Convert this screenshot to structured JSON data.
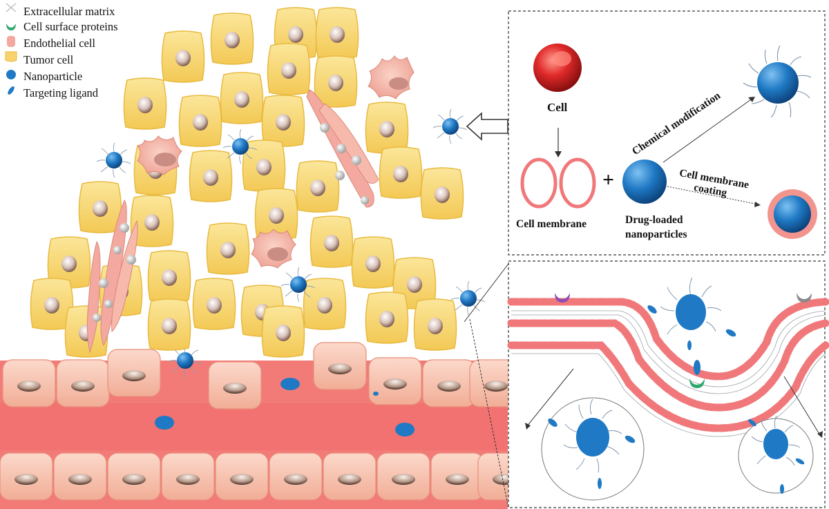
{
  "legend": {
    "items": [
      {
        "label": "Extracellular matrix",
        "icon": "x-fiber-icon"
      },
      {
        "label": "Cell surface proteins",
        "icon": "receptor-cup-icon",
        "color": "#2ea86c"
      },
      {
        "label": "Endothelial cell",
        "icon": "endothelial-cell-icon",
        "color": "#f3a99f"
      },
      {
        "label": "Tumor cell",
        "icon": "tumor-cell-icon",
        "color": "#f6d36c"
      },
      {
        "label": "Nanoparticle",
        "icon": "nanoparticle-icon",
        "color": "#1f79c4"
      },
      {
        "label": "Targeting ligand",
        "icon": "ligand-icon",
        "color": "#1f79c4"
      }
    ]
  },
  "panel_top": {
    "cell_label": "Cell",
    "membrane_label": "Cell membrane",
    "plus": "+",
    "np_label_line1": "Drug-loaded",
    "np_label_line2": "nanoparticles",
    "chem_mod_label": "Chemical modification",
    "coating_line1": "Cell membrane",
    "coating_line2": "coating"
  },
  "colors": {
    "tumor": "#f6d36c",
    "tumor_edge": "#e8b93f",
    "vessel": "#f27b78",
    "endothelial": "#f7c2b0",
    "nanoparticle": "#1f79c4",
    "membrane_head": "#f0787a",
    "cell_red": "#d32626"
  }
}
